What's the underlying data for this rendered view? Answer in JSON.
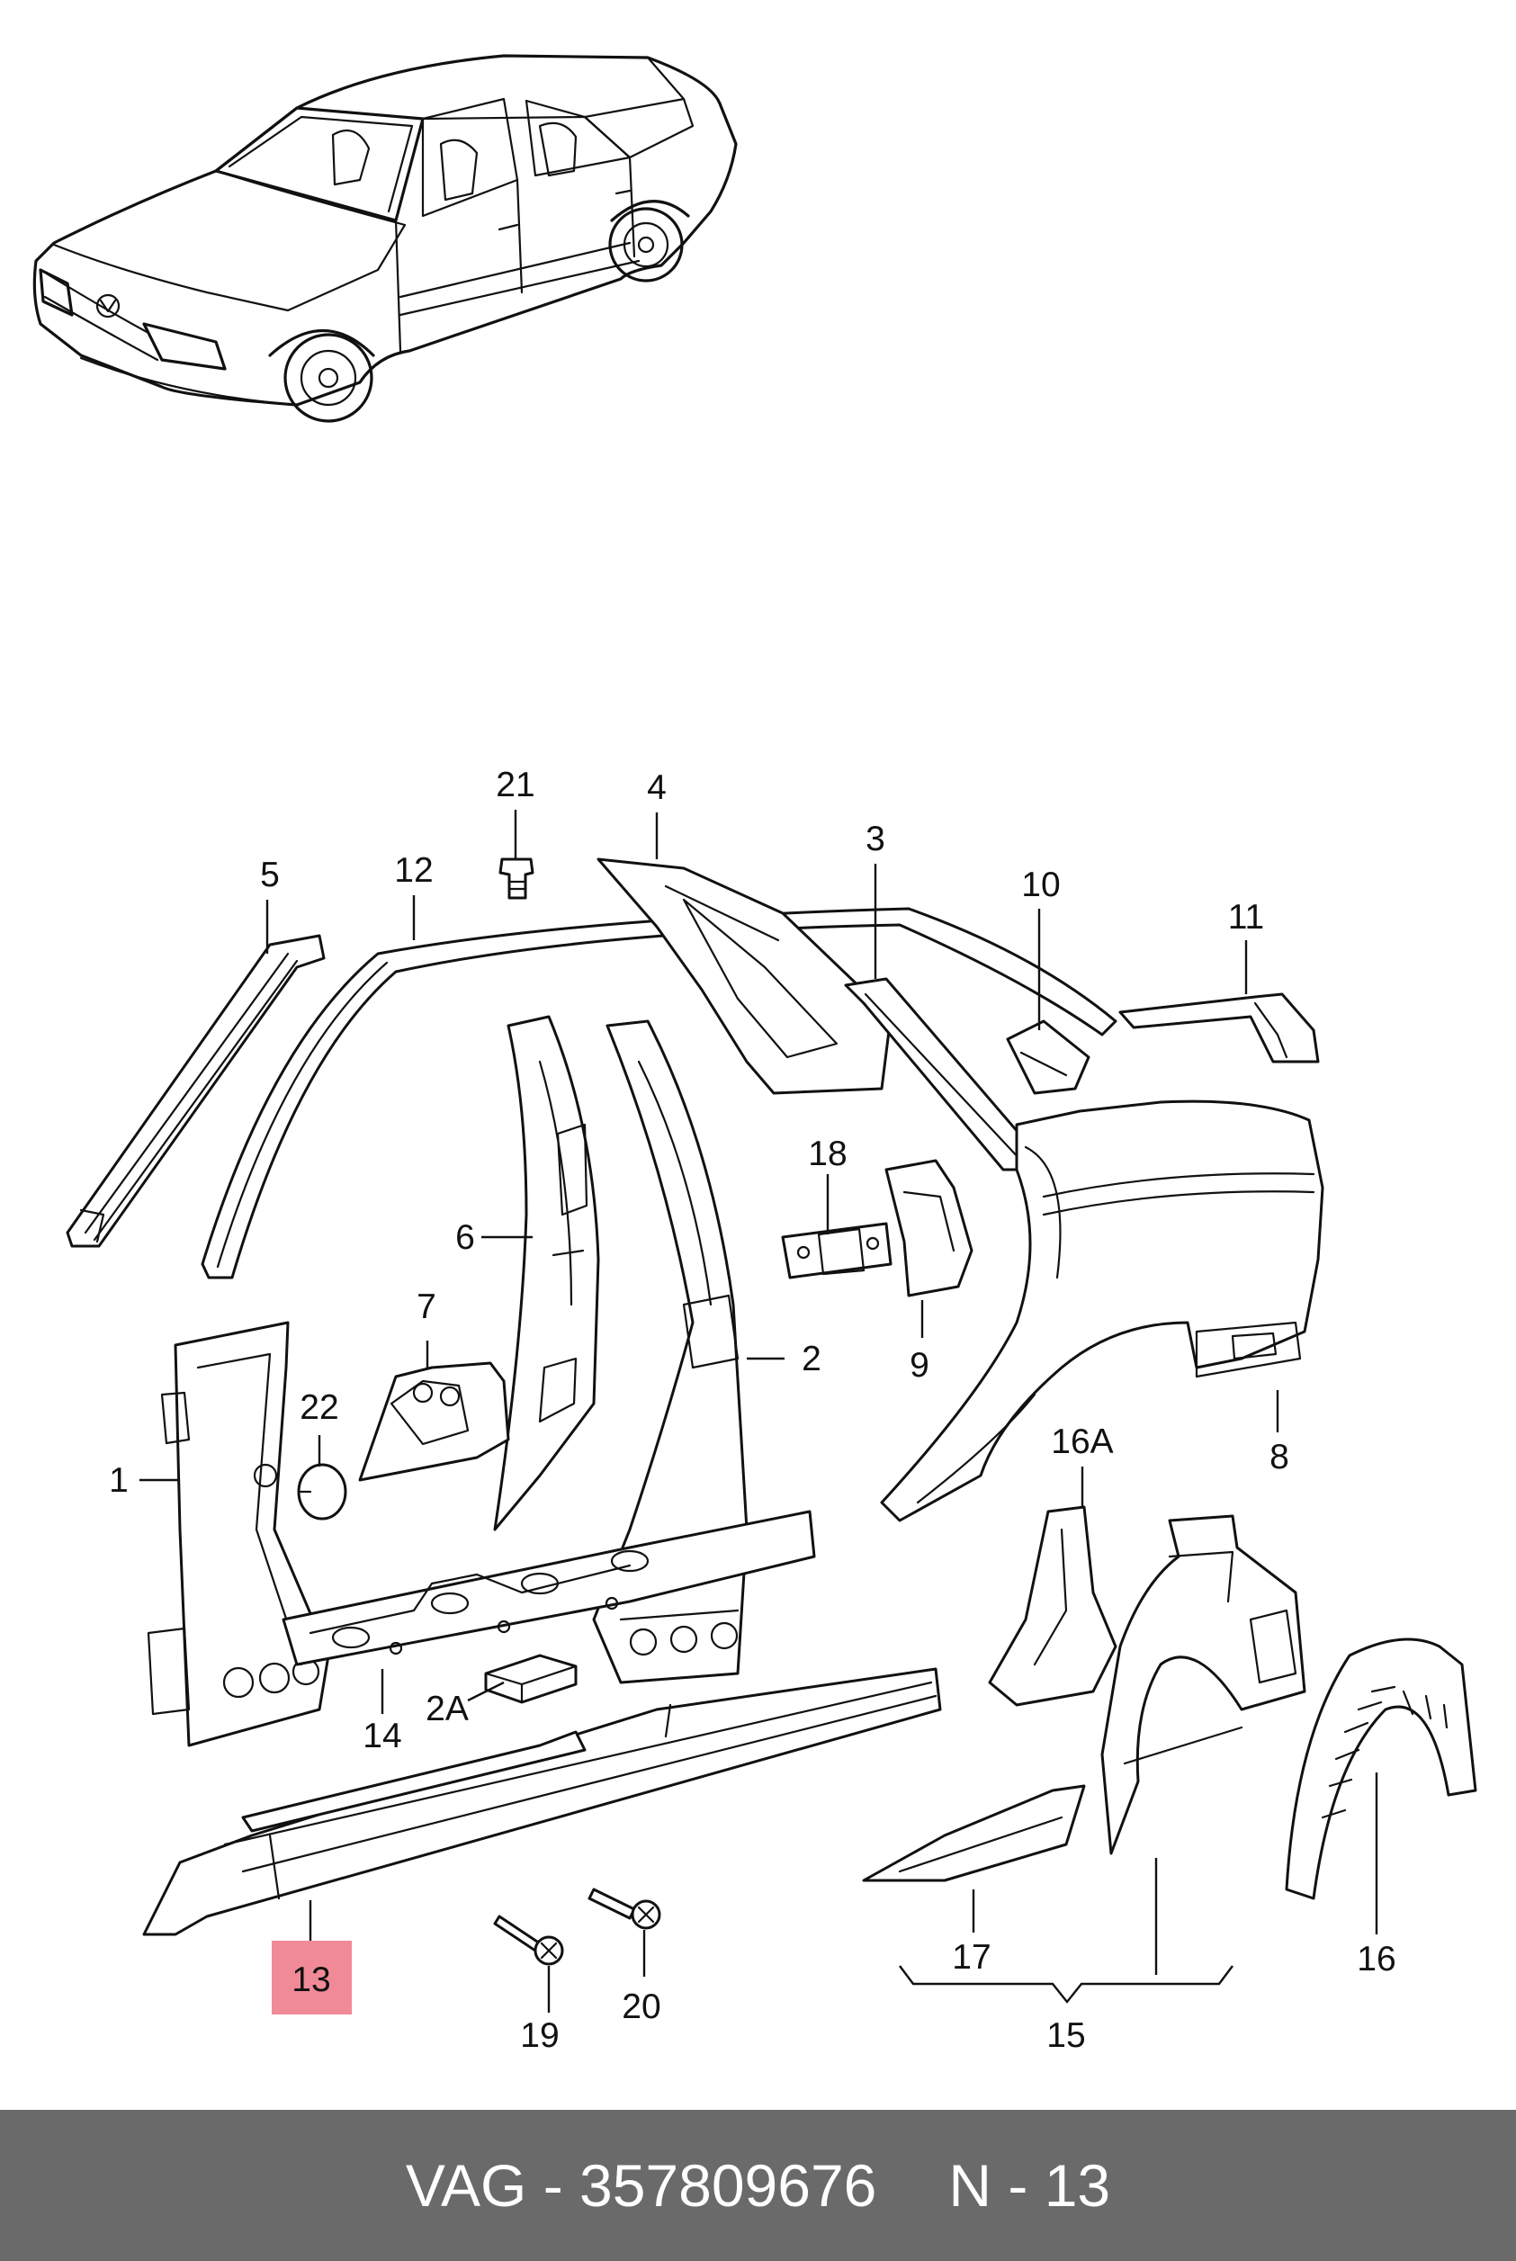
{
  "callouts": {
    "c1": "1",
    "c2": "2",
    "c2a": "2A",
    "c3": "3",
    "c4": "4",
    "c5": "5",
    "c6": "6",
    "c7": "7",
    "c8": "8",
    "c9": "9",
    "c10": "10",
    "c11": "11",
    "c12": "12",
    "c13": "13",
    "c14": "14",
    "c15": "15",
    "c16": "16",
    "c16a": "16A",
    "c17": "17",
    "c18": "18",
    "c19": "19",
    "c20": "20",
    "c21": "21",
    "c22": "22"
  },
  "highlighted_callout": "13",
  "footer": {
    "part_label": "VAG - 357809676",
    "position_label": "N - 13"
  },
  "colors": {
    "highlight": "#f08a96",
    "footer_background": "#6a6a6a",
    "footer_text": "#ffffff",
    "line": "#111111"
  }
}
